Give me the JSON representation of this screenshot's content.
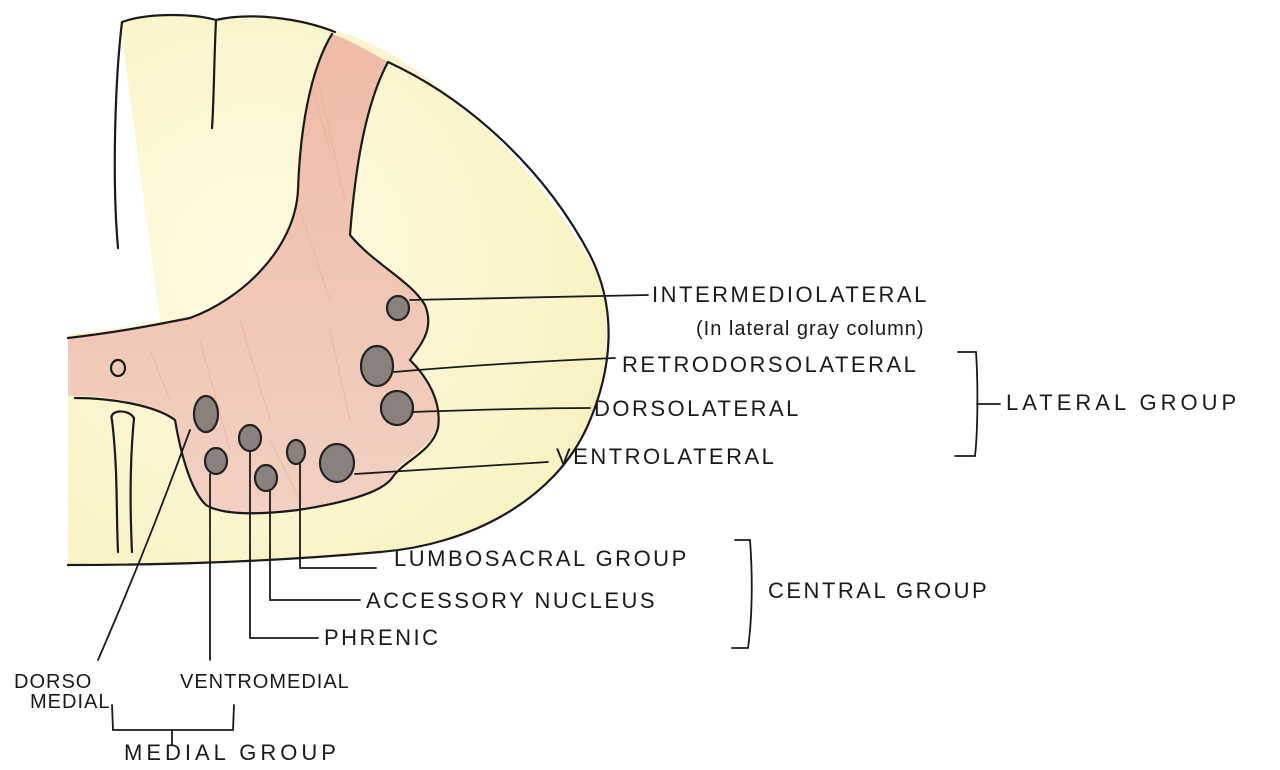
{
  "labels": {
    "intermediolateral": "INTERMEDIOLATERAL",
    "intermediolateral_note": "(In lateral gray column)",
    "retrodorsolateral": "RETRODORSOLATERAL",
    "dorsolateral": "DORSOLATERAL",
    "ventrolateral": "VENTROLATERAL",
    "lateral_group": "LATERAL GROUP",
    "lumbosacral_group": "LUMBOSACRAL GROUP",
    "accessory_nucleus": "ACCESSORY NUCLEUS",
    "phrenic": "PHRENIC",
    "central_group": "CENTRAL GROUP",
    "dorso_medial_line1": "DORSO",
    "dorso_medial_line2": "MEDIAL",
    "ventromedial": "VENTROMEDIAL",
    "medial_group": "MEDIAL GROUP"
  },
  "colors": {
    "white_matter": "#fbf7cf",
    "gray_matter": "#efc6b6",
    "nucleus_fill": "#8a807e",
    "ink": "#1a1a1a"
  }
}
